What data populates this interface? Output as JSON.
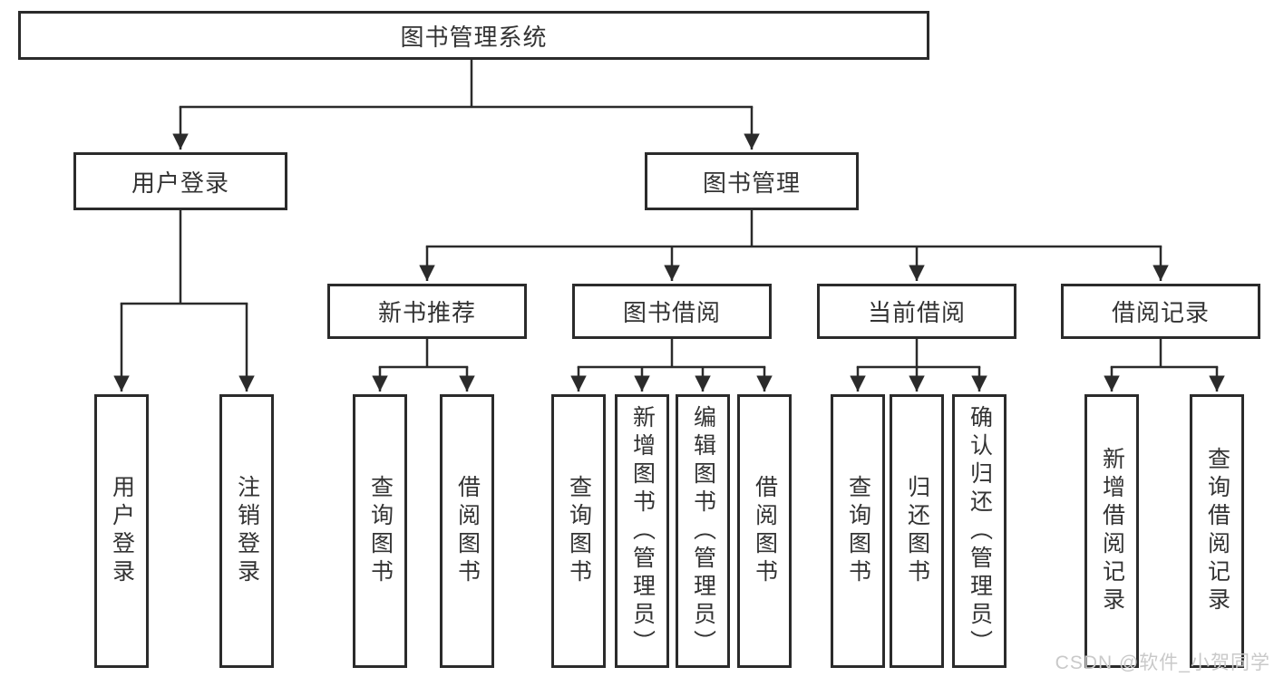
{
  "diagram": {
    "root": {
      "label": "图书管理系统"
    },
    "branches": [
      {
        "label": "用户登录",
        "children": [
          {
            "label": "用户登录"
          },
          {
            "label": "注销登录"
          }
        ]
      },
      {
        "label": "图书管理",
        "children": [
          {
            "label": "新书推荐",
            "children": [
              {
                "label": "查询图书"
              },
              {
                "label": "借阅图书"
              }
            ]
          },
          {
            "label": "图书借阅",
            "children": [
              {
                "label": "查询图书"
              },
              {
                "label": "新增图书（管理员）"
              },
              {
                "label": "编辑图书（管理员）"
              },
              {
                "label": "借阅图书"
              }
            ]
          },
          {
            "label": "当前借阅",
            "children": [
              {
                "label": "查询图书"
              },
              {
                "label": "归还图书"
              },
              {
                "label": "确认归还（管理员）"
              }
            ]
          },
          {
            "label": "借阅记录",
            "children": [
              {
                "label": "新增借阅记录"
              },
              {
                "label": "查询借阅记录"
              }
            ]
          }
        ]
      }
    ]
  },
  "watermark": {
    "text": "CSDN @软件_小贺同学"
  },
  "colors": {
    "line": "#2b2b2b",
    "box_border": "#2b2b2b",
    "box_fill": "#ffffff",
    "text": "#333333",
    "watermark": "#c9c9c9",
    "background": "#ffffff"
  }
}
